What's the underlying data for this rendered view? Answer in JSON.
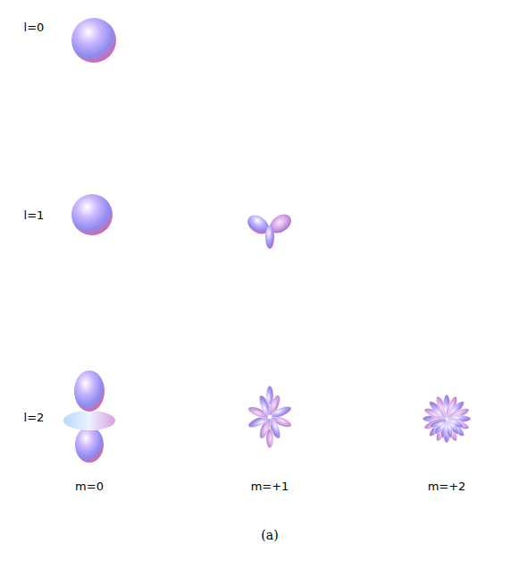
{
  "diagram": {
    "caption": "(a)",
    "labels": [
      "l=0",
      "l=1",
      "l=2",
      "m=0",
      "m=+1",
      "m=+2"
    ]
  }
}
